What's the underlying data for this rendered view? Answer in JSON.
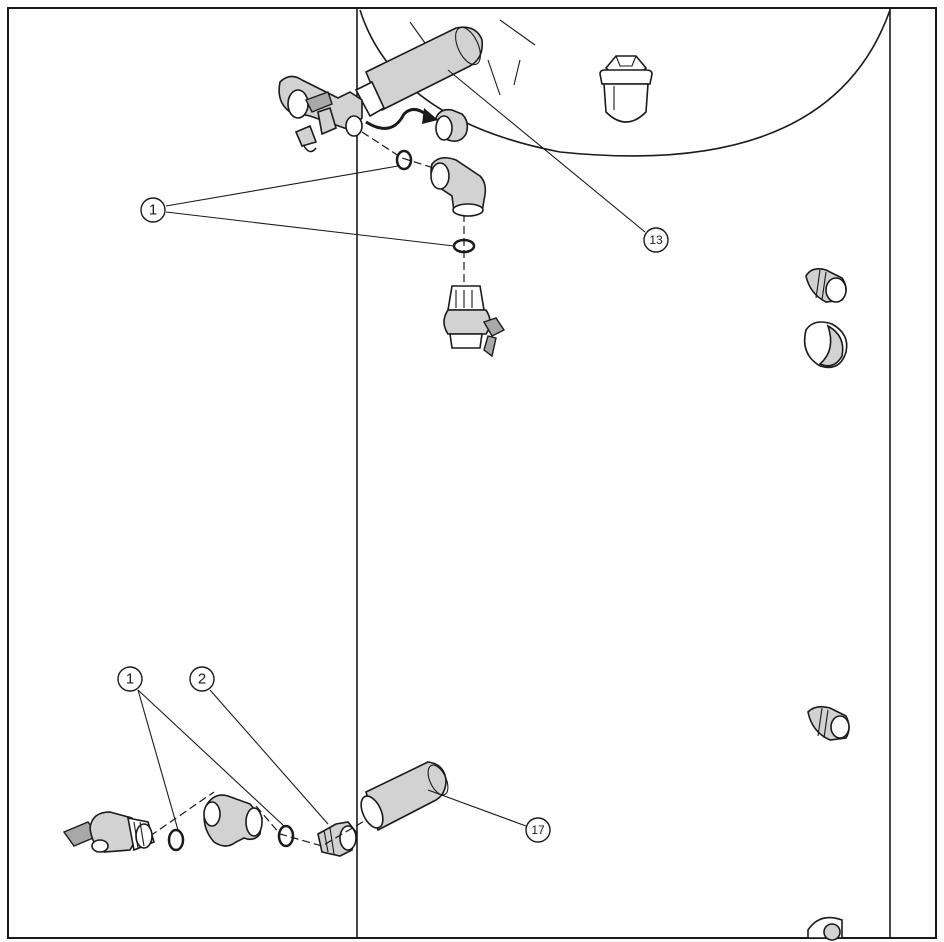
{
  "callouts": {
    "c1_top": "1",
    "c13": "13",
    "c1_bottom": "1",
    "c2": "2",
    "c17": "17"
  },
  "icons": [
    "hex-plug-icon",
    "ball-valve-icon",
    "elbow-fitting-icon",
    "o-ring-icon",
    "sleeve-pipe-icon",
    "threaded-nipple-icon",
    "cap-icon",
    "drain-valve-icon"
  ]
}
